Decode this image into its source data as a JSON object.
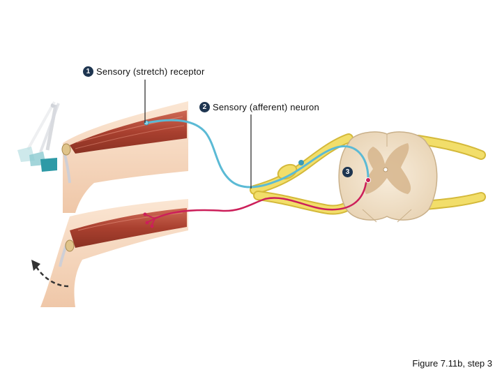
{
  "labels": {
    "receptor": {
      "number": "1",
      "text": "Sensory (stretch) receptor"
    },
    "neuron": {
      "number": "2",
      "text": "Sensory (afferent) neuron"
    },
    "step3": {
      "number": "3"
    }
  },
  "caption": "Figure 7.11b, step 3",
  "colors": {
    "sensory_neuron": "#5bbad5",
    "motor_neuron": "#cc1f5a",
    "spinal_nerve": "#f2de6a",
    "muscle": "#b04a3a",
    "skin": "#f4d7bf",
    "spinal_cord_white": "#f3e6d2",
    "spinal_cord_gray": "#d6b58c",
    "label_badge": "#1e3550"
  },
  "icons": [
    "reflex-hammer-icon",
    "kick-arrow-icon"
  ]
}
